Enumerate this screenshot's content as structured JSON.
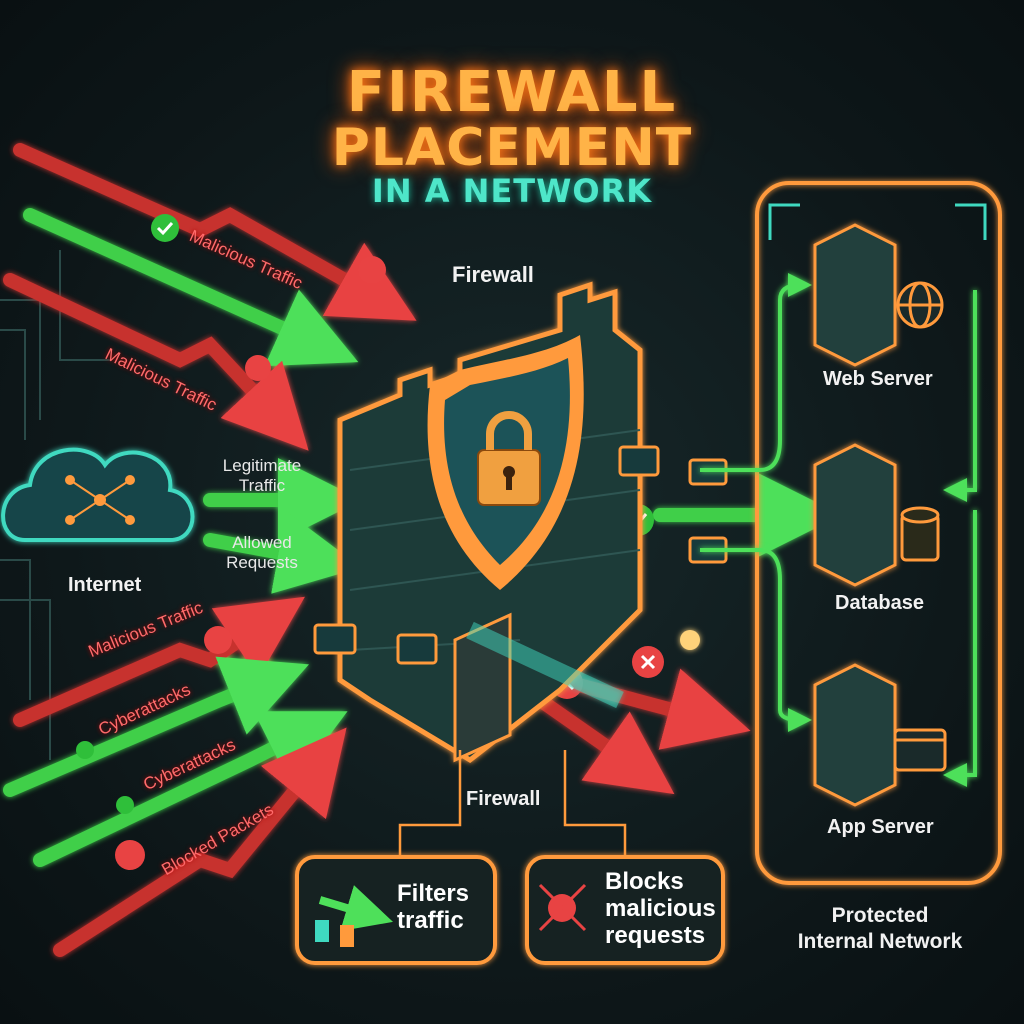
{
  "title": {
    "line1": "FIREWALL",
    "line2": "PLACEMENT",
    "line3": "IN A NETWORK"
  },
  "firewall_label_top": "Firewall",
  "firewall_label_bottom": "Firewall",
  "internet": {
    "label": "Internet",
    "icon": "cloud-network-icon"
  },
  "traffic_labels": {
    "malicious_1": "Malicious Traffic",
    "malicious_2": "Malicious Traffic",
    "legitimate": "Legitimate Traffic",
    "allowed": "Allowed Requests",
    "malicious_3": "Malicious Traffic",
    "cyber_1": "Cyberattacks",
    "cyber_2": "Cyberattacks",
    "blocked": "Blocked Packets"
  },
  "servers": [
    {
      "label": "Web Server",
      "icon": "globe-icon"
    },
    {
      "label": "Database",
      "icon": "database-icon"
    },
    {
      "label": "App Server",
      "icon": "browser-window-icon"
    }
  ],
  "internal_network": {
    "line1": "Protected",
    "line2": "Internal Network"
  },
  "features": [
    {
      "line1": "Filters",
      "line2": "traffic",
      "icon": "filter-flow-icon"
    },
    {
      "line1": "Blocks",
      "line2": "malicious",
      "line3": "requests",
      "icon": "skull-icon"
    }
  ],
  "colors": {
    "orange": "#ff9a3c",
    "green": "#4ee05a",
    "red": "#e84343",
    "teal": "#3fd9c0",
    "background": "#0d1719"
  }
}
